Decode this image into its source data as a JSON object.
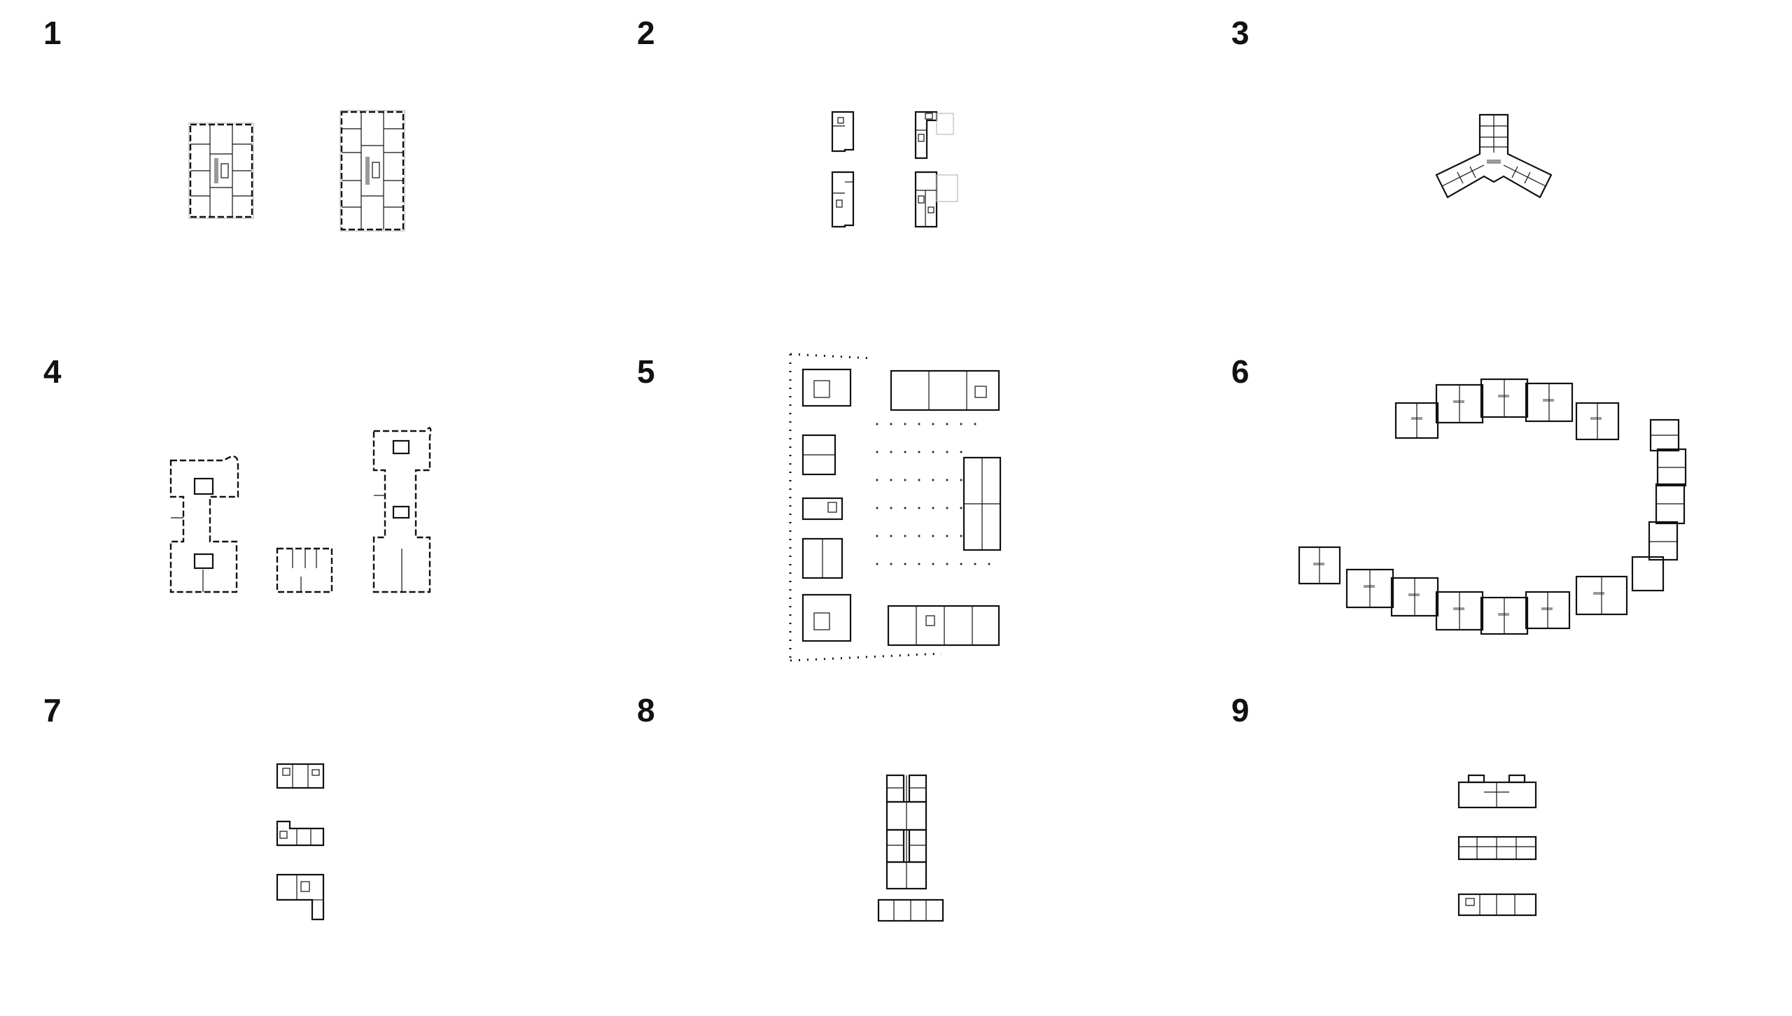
{
  "plans": [
    {
      "number": "1"
    },
    {
      "number": "2"
    },
    {
      "number": "3"
    },
    {
      "number": "4"
    },
    {
      "number": "5"
    },
    {
      "number": "6"
    },
    {
      "number": "7"
    },
    {
      "number": "8"
    },
    {
      "number": "9"
    }
  ]
}
